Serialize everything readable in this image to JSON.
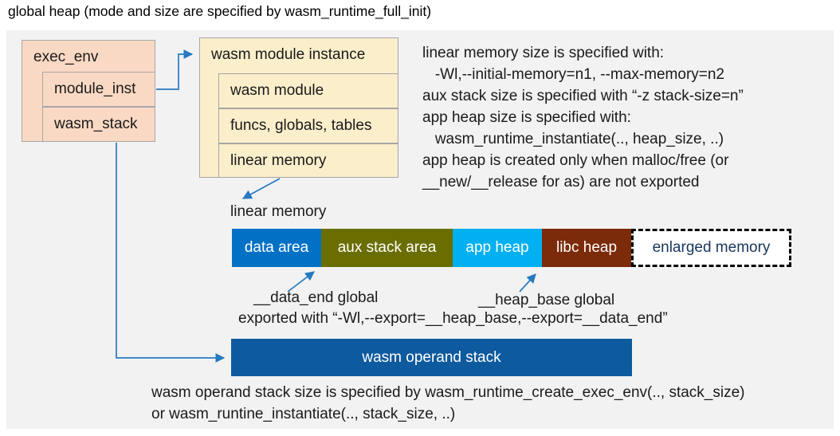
{
  "title": "global heap (mode and size are specified by wasm_runtime_full_init)",
  "exec_env": {
    "label": "exec_env",
    "children": [
      {
        "label": "module_inst"
      },
      {
        "label": "wasm_stack"
      }
    ]
  },
  "module_instance": {
    "label": "wasm module instance",
    "children": [
      {
        "label": "wasm module"
      },
      {
        "label": "funcs, globals, tables"
      },
      {
        "label": "linear memory"
      }
    ]
  },
  "notes": {
    "lines": [
      "linear memory size is specified with:",
      "   -Wl,--initial-memory=n1, --max-memory=n2",
      "aux stack size is specified with “-z stack-size=n”",
      "app heap size is specified with:",
      "   wasm_runtime_instantiate(.., heap_size, ..)",
      "app heap is created only when malloc/free (or",
      "__new/__release for as) are not exported"
    ]
  },
  "linear_memory": {
    "label": "linear memory",
    "segments": [
      {
        "label": "data area"
      },
      {
        "label": "aux stack area"
      },
      {
        "label": "app heap"
      },
      {
        "label": "libc heap"
      },
      {
        "label": "enlarged memory"
      }
    ],
    "annotations": {
      "data_end": "__data_end global",
      "heap_base": "__heap_base global",
      "exported": "exported with “-Wl,--export=__heap_base,--export=__data_end”"
    }
  },
  "operand_stack": {
    "label": "wasm operand stack",
    "note_lines": [
      "wasm operand stack size is specified by wasm_runtime_create_exec_env(.., stack_size)",
      "or wasm_runtine_instantiate(.., stack_size, ..)"
    ]
  },
  "colors": {
    "panel_bg": "#F2F2F2",
    "exec_env_fill": "#FAD9C4",
    "module_fill": "#FBEECB",
    "box_border": "#A6A6A6",
    "data_area": "#0071C5",
    "aux_stack": "#6A6E00",
    "app_heap": "#00B0F0",
    "libc_heap": "#7B2A0A",
    "enlarged_text": "#17365D",
    "operand_stack": "#0E5A9E",
    "arrow": "#2779C0"
  }
}
